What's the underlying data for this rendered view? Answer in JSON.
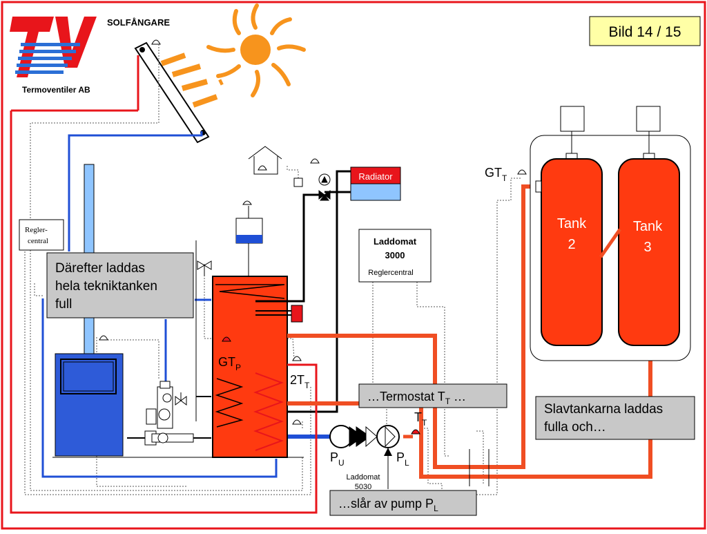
{
  "slide": {
    "counter": "Bild 14 / 15",
    "company": "Termoventiler AB",
    "solar_label": "SOLFÅNGARE"
  },
  "controllers": {
    "regler_line1": "Regler-",
    "regler_line2": "central",
    "laddomat3000_line1": "Laddomat",
    "laddomat3000_line2": "3000",
    "laddomat3000_sub": "Reglercentral",
    "laddomat5030_line1": "Laddomat",
    "laddomat5030_line2": "5030"
  },
  "components": {
    "radiator": "Radiator",
    "tank2_line1": "Tank",
    "tank2_line2": "2",
    "tank3_line1": "Tank",
    "tank3_line2": "3"
  },
  "sensors": {
    "gtt": "GT",
    "gtt_sub": "T",
    "gtp": "GT",
    "gtp_sub": "P",
    "two_tt": "2T",
    "two_tt_sub": "T",
    "tt": "T",
    "tt_sub": "T",
    "pu": "P",
    "pu_sub": "U",
    "pl": "P",
    "pl_sub": "L"
  },
  "callouts": {
    "tekniktank_line1": "Därefter laddas",
    "tekniktank_line2": "hela tekniktanken",
    "tekniktank_line3": "full",
    "termostat": "…Termostat T",
    "termostat_sub": "T",
    "termostat_end": " …",
    "slavtank_line1": "Slavtankarna laddas",
    "slavtank_line2": "fulla och…",
    "pump": "…slår av pump P",
    "pump_sub": "L"
  },
  "colors": {
    "border": "#e8151b",
    "hot_pipe": "#f04e23",
    "cold_pipe": "#1f4fd6",
    "tank_fill": "#ff3a10",
    "boiler_blue": "#2e5bd8",
    "callout_gray": "#c8c8c8",
    "counter_yellow": "#ffffa6",
    "sun_orange": "#f7941d"
  }
}
